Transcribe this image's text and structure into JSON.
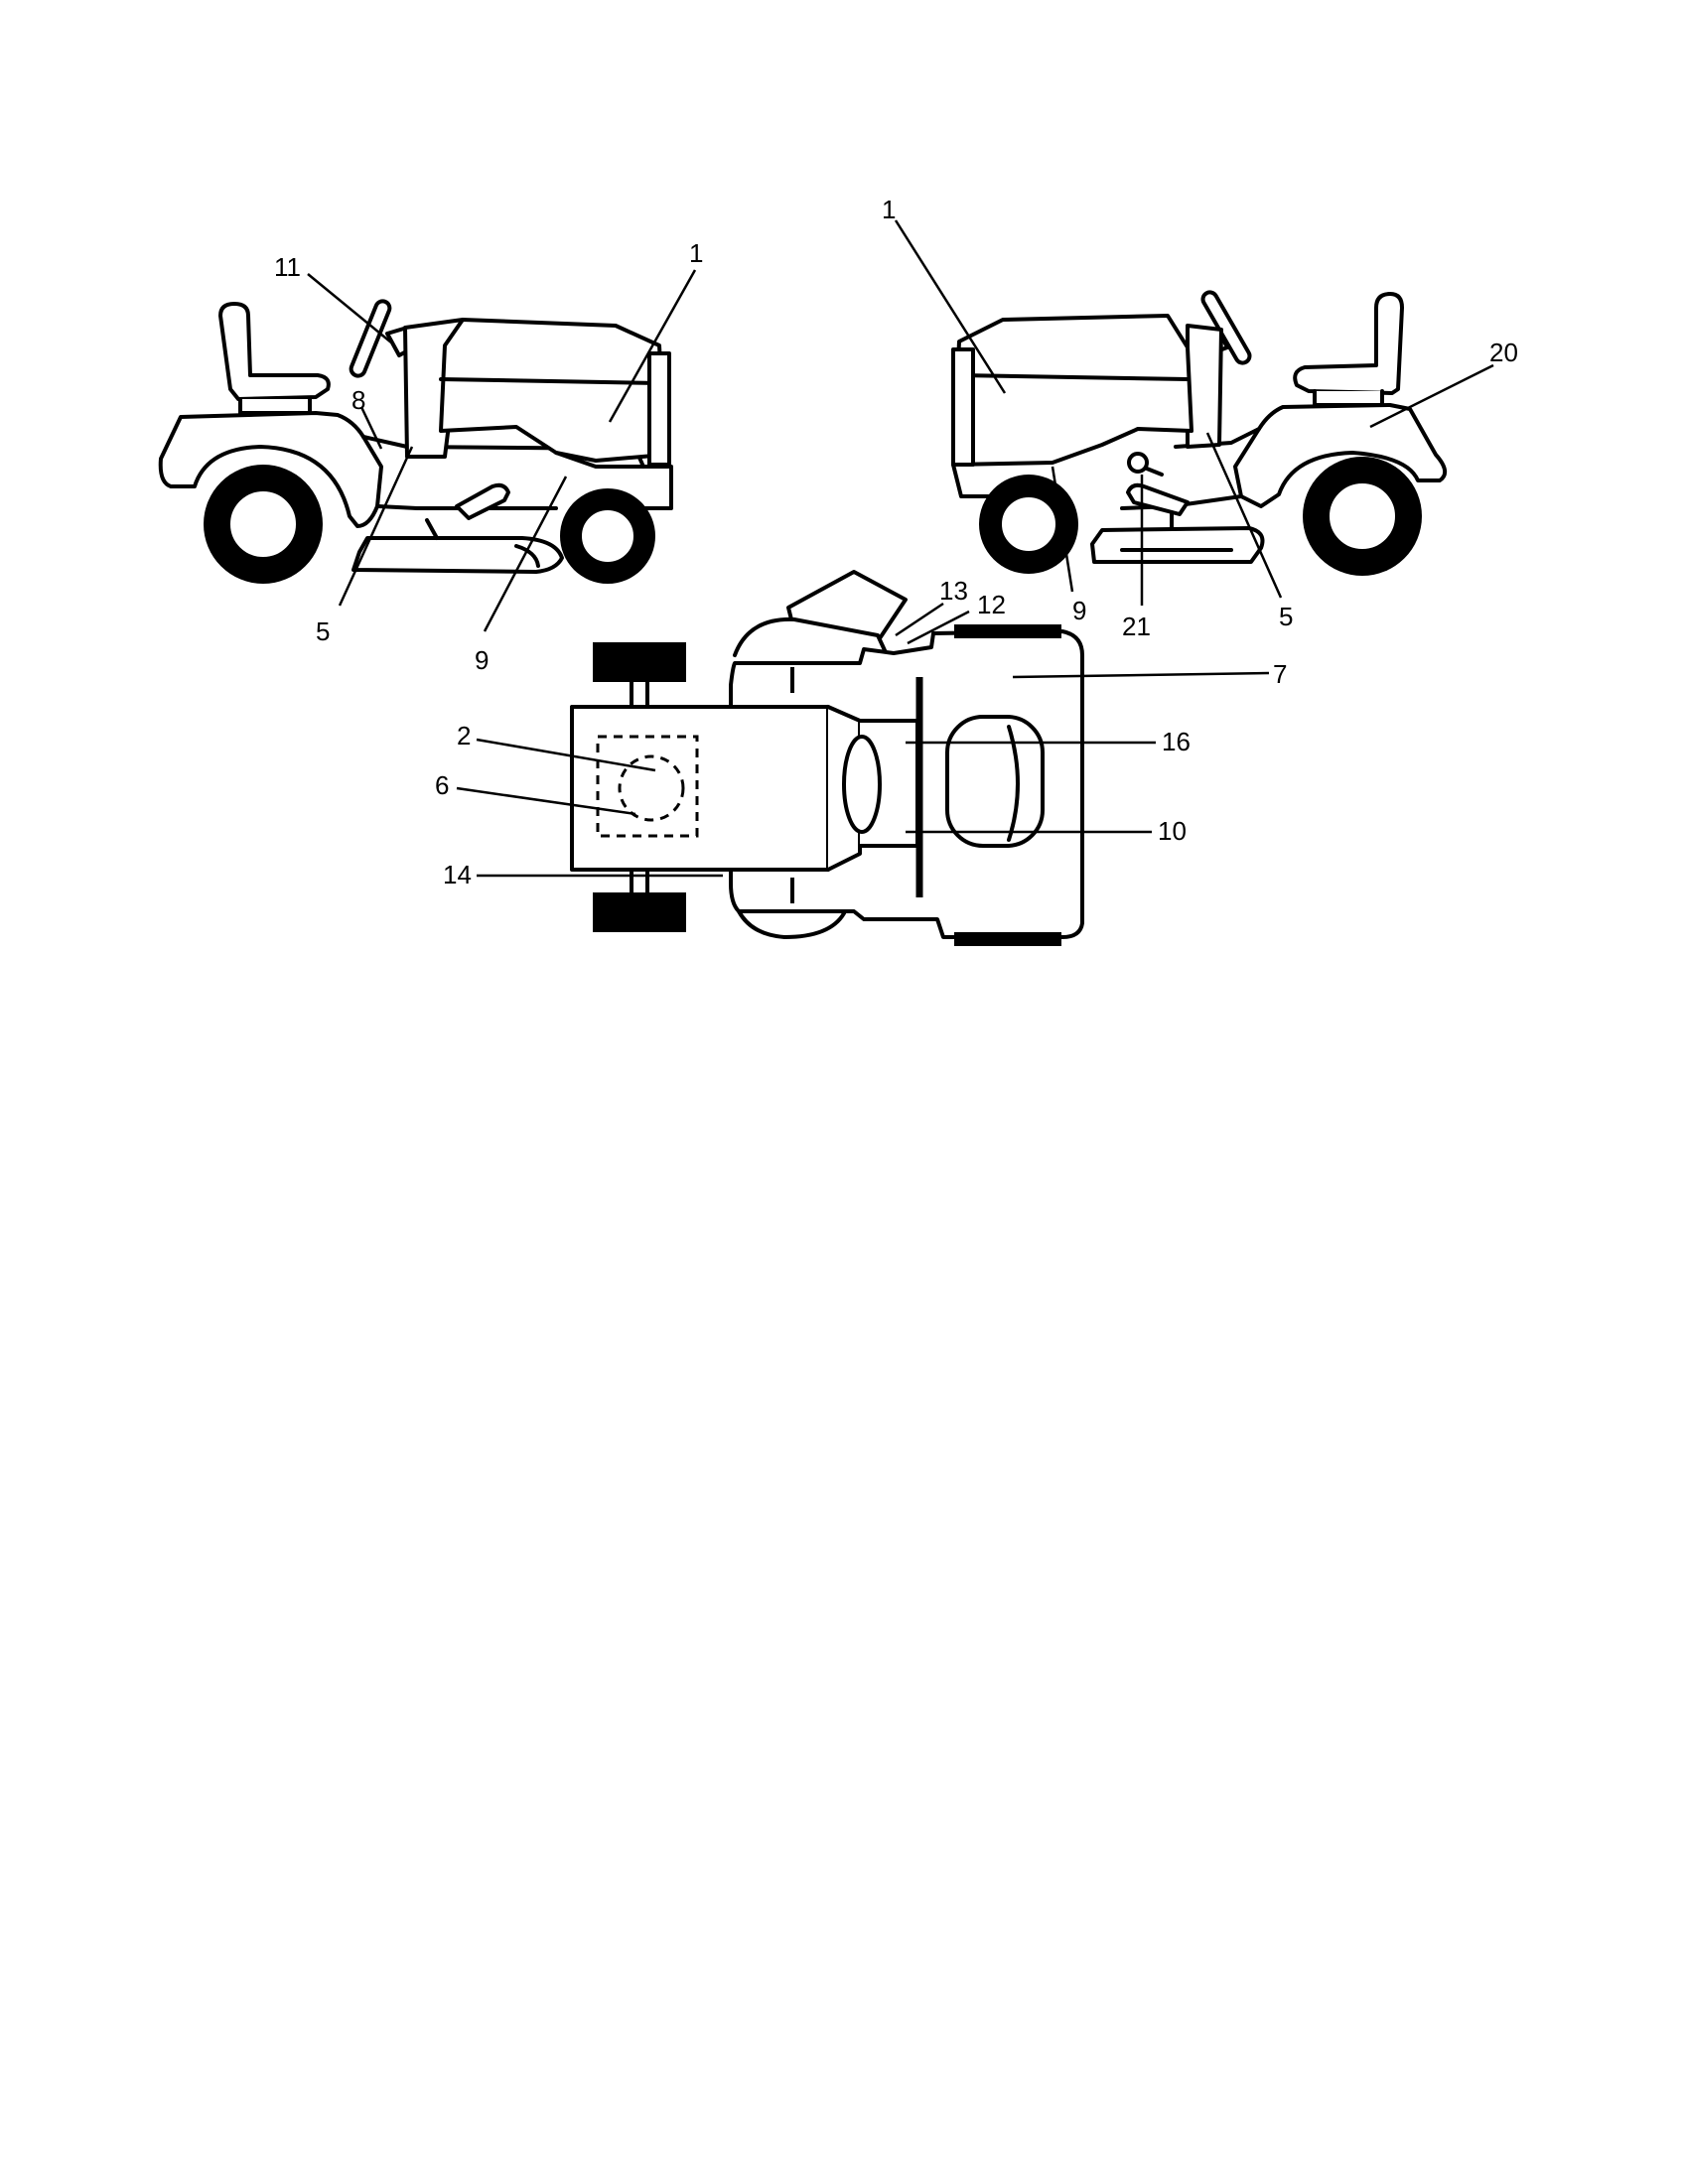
{
  "callouts": {
    "left_view": [
      "11",
      "1",
      "8",
      "5",
      "9"
    ],
    "right_view": [
      "1",
      "20",
      "9",
      "21",
      "5"
    ],
    "top_view": [
      "13",
      "12",
      "7",
      "2",
      "16",
      "6",
      "10",
      "14"
    ]
  }
}
